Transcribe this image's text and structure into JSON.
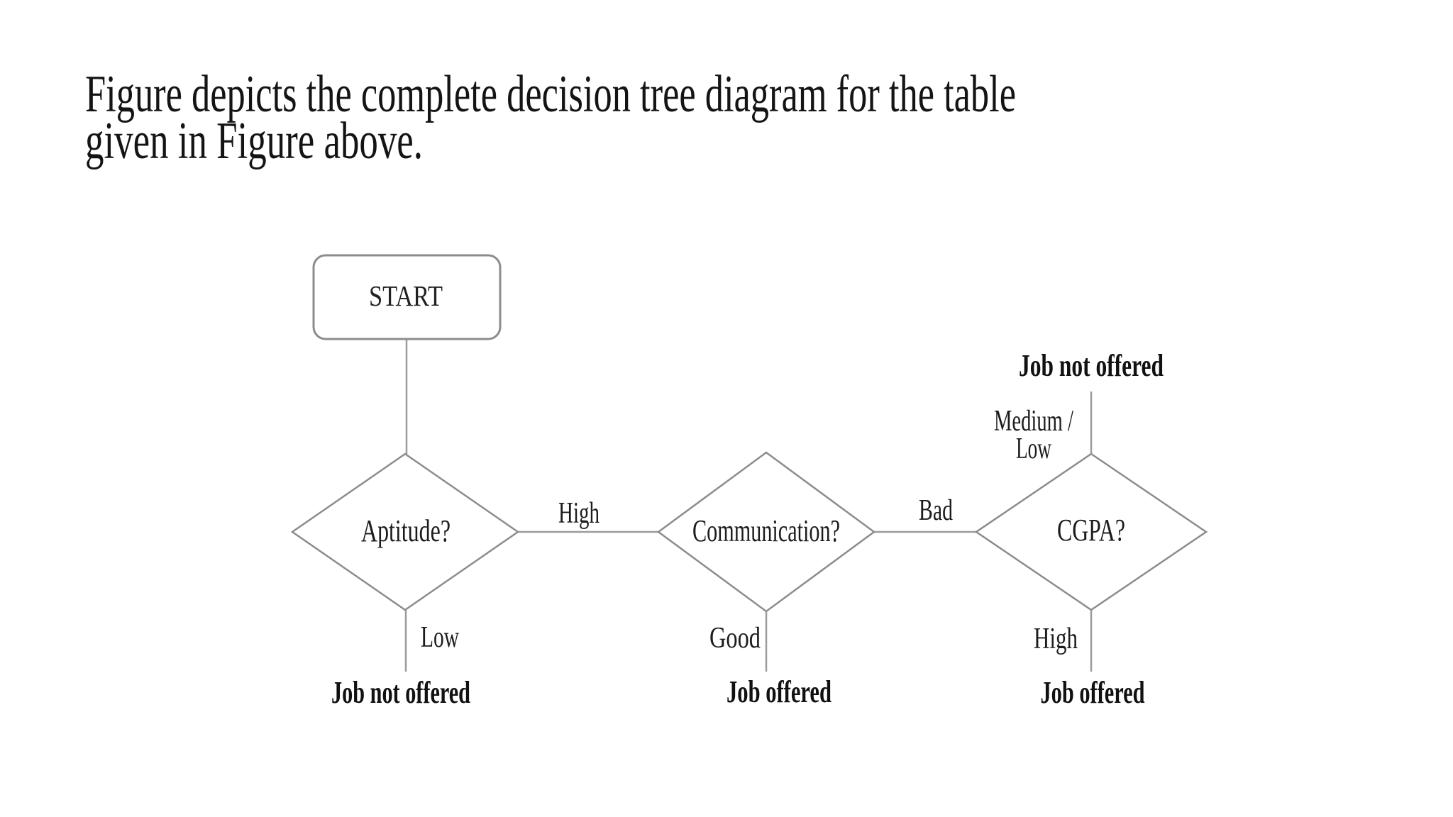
{
  "page": {
    "background": "#ffffff",
    "caption": {
      "line1": "Figure depicts the complete decision tree diagram for the table",
      "line2": "given in Figure above."
    }
  },
  "diagram": {
    "type": "decision-tree",
    "colors": {
      "shape_stroke": "#8c8c8c",
      "edge_line": "#9c9c9c",
      "text": "#1c1c1c"
    },
    "start": {
      "label": "START"
    },
    "nodes": [
      {
        "id": "aptitude",
        "label": "Aptitude?"
      },
      {
        "id": "communication",
        "label": "Communication?"
      },
      {
        "id": "cgpa",
        "label": "CGPA?"
      }
    ],
    "branches": {
      "aptitude_high": "High",
      "aptitude_low": "Low",
      "communication_good": "Good",
      "communication_bad": "Bad",
      "cgpa_medium_low_line1": "Medium /",
      "cgpa_medium_low_line2": "Low",
      "cgpa_high": "High"
    },
    "outcomes": {
      "cgpa_medium_low": "Job not offered",
      "aptitude_low": "Job not offered",
      "communication_good": "Job offered",
      "cgpa_high": "Job offered"
    }
  }
}
